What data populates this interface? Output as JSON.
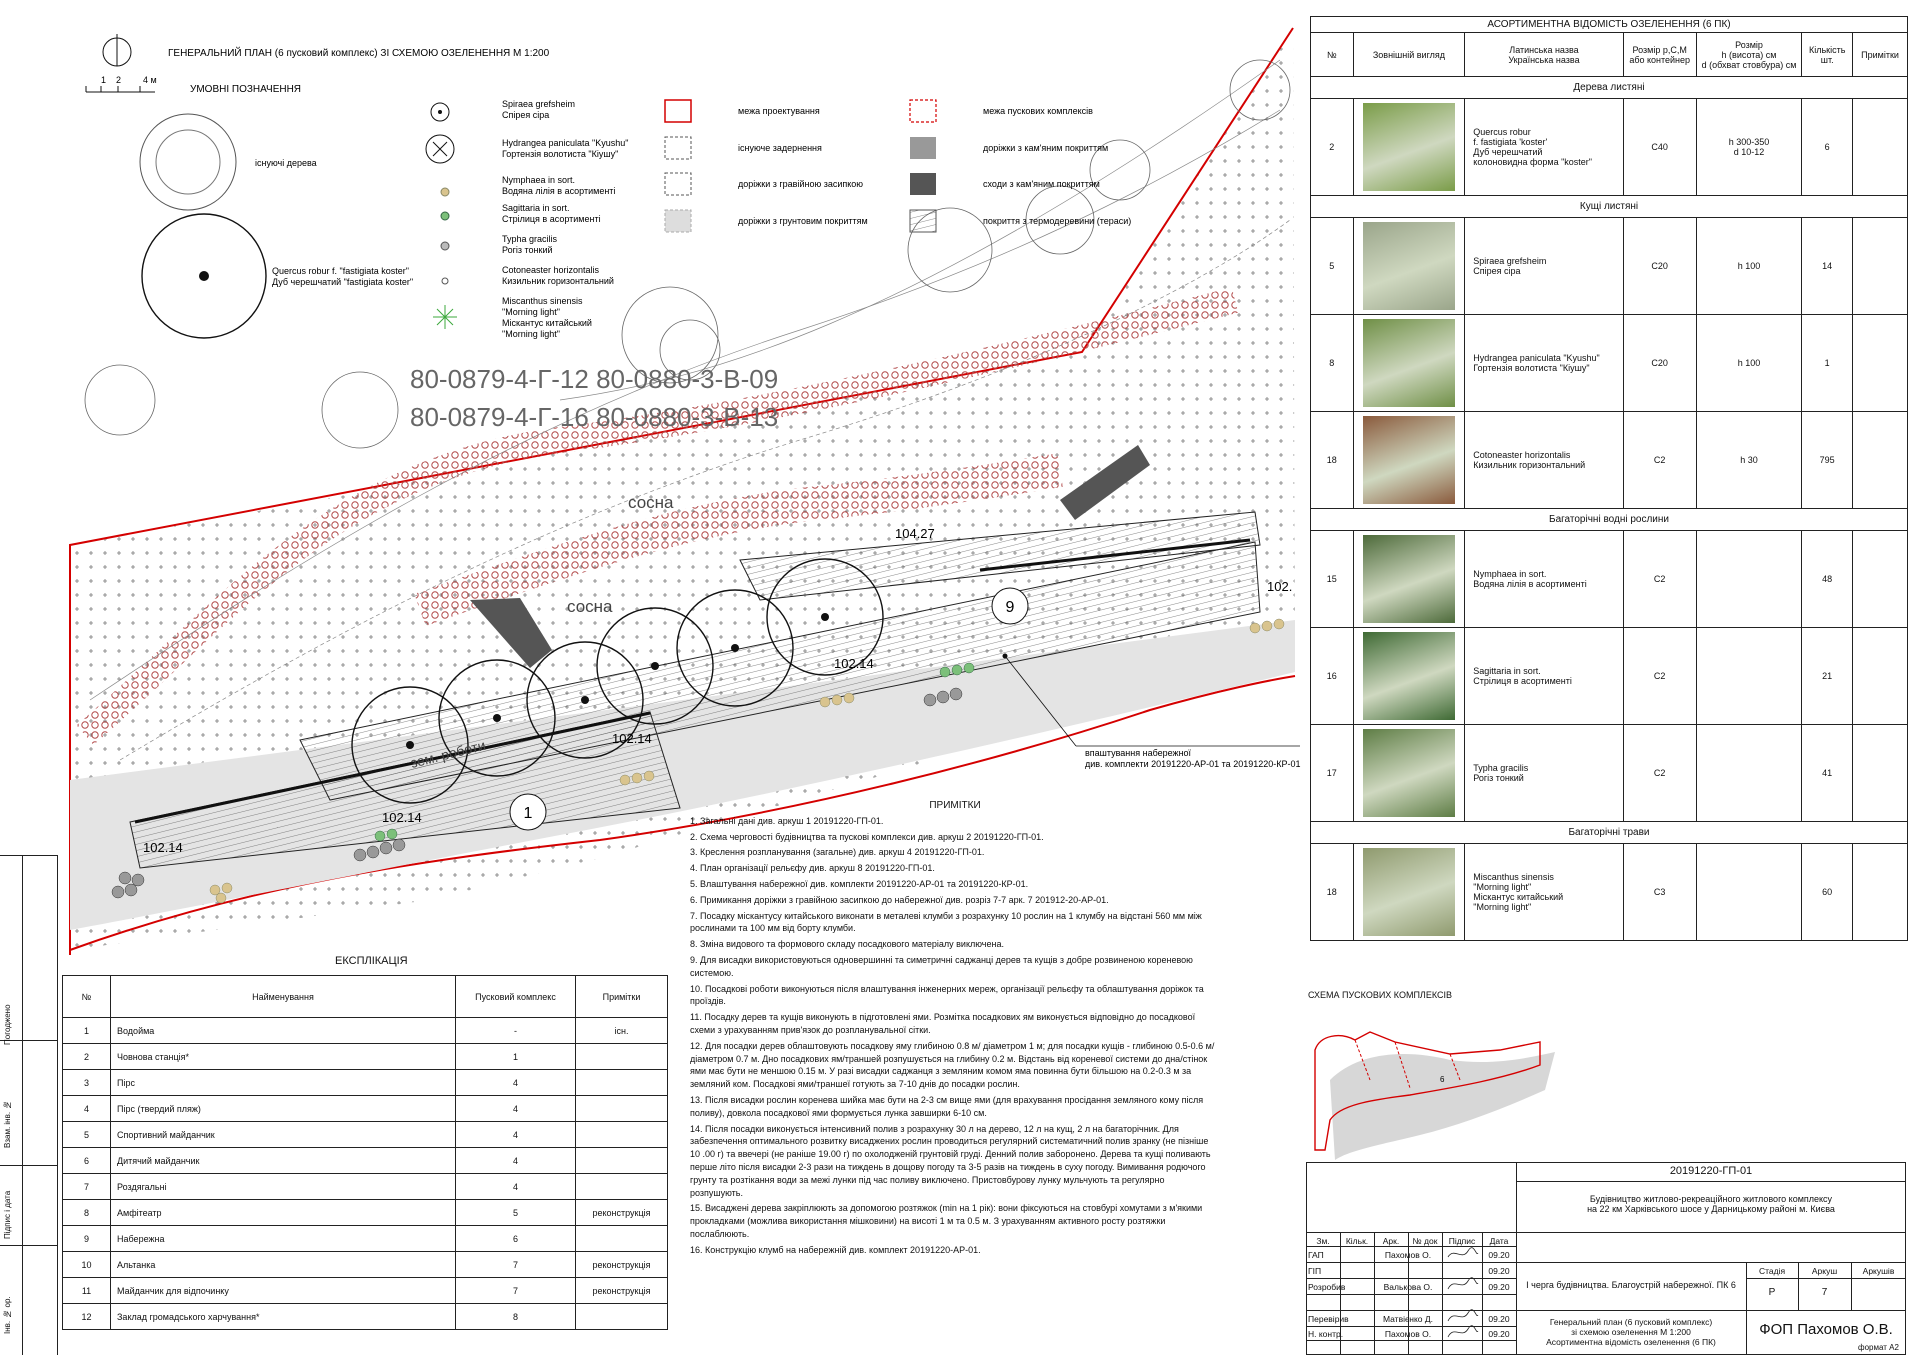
{
  "plan": {
    "title": "ГЕНЕРАЛЬНИЙ ПЛАН (6 пусковий комплекс) ЗІ СХЕМОЮ ОЗЕЛЕНЕННЯ М 1:200",
    "scale_ticks": [
      "1",
      "2",
      "4 м"
    ],
    "legend_title": "УМОВНІ ПОЗНАЧЕННЯ",
    "existing_trees": "існуючі дерева",
    "oak_legend": [
      "Quercus robur f. \"fastigiata koster\"",
      "Дуб черешчатий \"fastigiata koster\""
    ],
    "plant_legend": [
      {
        "lat": "Spiraea grefsheim",
        "ua": "Спірея сіра",
        "icon": "dot-circle-icon"
      },
      {
        "lat": "Hydrangea paniculata \"Kyushu\"",
        "ua": "Гортензія волотиста \"Кіушу\"",
        "icon": "cross-circle-icon"
      },
      {
        "lat": "Nymphaea in sort.",
        "ua": "Водяна лілія в асортименті",
        "icon": "plus-dot-icon"
      },
      {
        "lat": "Sagittaria in sort.",
        "ua": "Стрілиця в асортименті",
        "icon": "green-dot-icon"
      },
      {
        "lat": "Typha gracilis",
        "ua": "Рогіз тонкий",
        "icon": "grey-x-dot-icon"
      },
      {
        "lat": "Cotoneaster horizontalis",
        "ua": "Кизильник горизонтальний",
        "icon": "small-circle-icon"
      },
      {
        "lat": "Miscanthus sinensis",
        "ua": "\"Morning light\"",
        "ua2": "Міскантус китайський",
        "ua3": "\"Morning light\"",
        "icon": "starburst-icon"
      }
    ],
    "symbol_legend": [
      {
        "label": "межа проектування",
        "icon": "red-solid-box-icon"
      },
      {
        "label": "існуюче задернення",
        "icon": "dashed-box-icon"
      },
      {
        "label": "доріжки з гравійною засипкою",
        "icon": "dashed-box-icon"
      },
      {
        "label": "доріжки з грунтовим покриттям",
        "icon": "grey-box-icon"
      },
      {
        "label": "межа пускових комплексів",
        "icon": "red-dashed-box-icon"
      },
      {
        "label": "доріжки з кам'яним покриттям",
        "icon": "dark-grey-box-icon"
      },
      {
        "label": "сходи з кам'яним покриттям",
        "icon": "black-box-icon"
      },
      {
        "label": "покриття з термодеревини (тераси)",
        "icon": "hatched-box-icon"
      }
    ],
    "parcel_codes": [
      "80-0879-4-Г-12  80-0880-3-В-09",
      "80-0879-4-Г-16  80-0880-3-В-13"
    ],
    "labels": {
      "pine1": "сосна",
      "pine2": "сосна",
      "earthwork": "зем. роботи",
      "elev1": "102.14",
      "elev2": "102.14",
      "elev3": "102.14",
      "elev4": "102.14",
      "elev5": "104.27",
      "elev6": "102.",
      "zone9": "9",
      "zone1": "1"
    },
    "embed_note": [
      "впаштування набережної",
      "див. комплекти 20191220-АР-01 та 20191220-КР-01"
    ],
    "expl_title": "ЕКСПЛІКАЦІЯ",
    "side_labels": [
      "Погоджено",
      "Взам. інв. №",
      "Підпис і дата",
      "Інв. № ор."
    ]
  },
  "spec": {
    "title": "АСОРТИМЕНТНА ВІДОМІСТЬ ОЗЕЛЕНЕННЯ (6 ПК)",
    "headers": [
      "№",
      "Зовнішній вигляд",
      "Латинська назва\nУкраїнська назва",
      "Розмір р,С,М\nабо контейнер",
      "Розмір\nh (висота) см\nd (обхват стовбура) см",
      "Кількість\nшт.",
      "Примітки"
    ],
    "sections": [
      {
        "name": "Дерева листяні",
        "rows": [
          {
            "n": "2",
            "lat": "Quercus robur\nf. fastigiata 'koster'\nДуб черешчатий\nколоновидна форма \"koster\"",
            "size": "C40",
            "dim": "h 300-350\nd 10-12",
            "qty": "6",
            "note": "",
            "photo": "#7a9c48"
          }
        ]
      },
      {
        "name": "Кущі листяні",
        "rows": [
          {
            "n": "5",
            "lat": "Spiraea grefsheim\nСпірея сіра",
            "size": "C20",
            "dim": "h 100",
            "qty": "14",
            "note": "",
            "photo": "#9aa58a"
          },
          {
            "n": "8",
            "lat": "Hydrangea paniculata \"Kyushu\"\nГортензія волотиста \"Кіушу\"",
            "size": "C20",
            "dim": "h 100",
            "qty": "1",
            "note": "",
            "photo": "#6f8f46"
          },
          {
            "n": "18",
            "lat": "Cotoneaster horizontalis\nКизильник горизонтальний",
            "size": "C2",
            "dim": "h 30",
            "qty": "795",
            "note": "",
            "photo": "#8a5a3c"
          }
        ]
      },
      {
        "name": "Багаторічні водні рослини",
        "rows": [
          {
            "n": "15",
            "lat": "Nymphaea in sort.\nВодяна лілія в асортименті",
            "size": "C2",
            "dim": "",
            "qty": "48",
            "note": "",
            "photo": "#4d6a3a"
          },
          {
            "n": "16",
            "lat": "Sagittaria in sort.\nСтрілиця в асортименті",
            "size": "C2",
            "dim": "",
            "qty": "21",
            "note": "",
            "photo": "#3f6a34"
          },
          {
            "n": "17",
            "lat": "Typha gracilis\nРогіз тонкий",
            "size": "C2",
            "dim": "",
            "qty": "41",
            "note": "",
            "photo": "#5e7d45"
          }
        ]
      },
      {
        "name": "Багаторічні трави",
        "rows": [
          {
            "n": "18",
            "lat": "Miscanthus sinensis\n\"Morning light\"\nМіскантус китайський\n\"Morning light\"",
            "size": "C3",
            "dim": "",
            "qty": "60",
            "note": "",
            "photo": "#8f9a6e"
          }
        ]
      }
    ]
  },
  "expl": {
    "headers": [
      "№",
      "Найменування",
      "Пусковий комплекс",
      "Примітки"
    ],
    "rows": [
      [
        "1",
        "Водойма",
        "-",
        "існ."
      ],
      [
        "2",
        "Човнова станція*",
        "1",
        ""
      ],
      [
        "3",
        "Пірс",
        "4",
        ""
      ],
      [
        "4",
        "Пірс (твердий пляж)",
        "4",
        ""
      ],
      [
        "5",
        "Спортивний майданчик",
        "4",
        ""
      ],
      [
        "6",
        "Дитячий майданчик",
        "4",
        ""
      ],
      [
        "7",
        "Роздягальні",
        "4",
        ""
      ],
      [
        "8",
        "Амфітеатр",
        "5",
        "реконструкція"
      ],
      [
        "9",
        "Набережна",
        "6",
        ""
      ],
      [
        "10",
        "Альтанка",
        "7",
        "реконструкція"
      ],
      [
        "11",
        "Майданчик для відпочинку",
        "7",
        "реконструкція"
      ],
      [
        "12",
        "Заклад громадського харчування*",
        "8",
        ""
      ]
    ]
  },
  "notes": {
    "title": "ПРИМІТКИ",
    "items": [
      "1. Загальні дані див. аркуш 1 20191220-ГП-01.",
      "2. Схема черговості будівництва та пускові комплекси див. аркуш 2 20191220-ГП-01.",
      "3. Креслення розпланування (загальне) див. аркуш 4 20191220-ГП-01.",
      "4. План організації рельєфу див. аркуш 8 20191220-ГП-01.",
      "5. Влаштування набережної див. комплекти 20191220-АР-01 та 20191220-КР-01.",
      "6. Примикання доріжки з гравійною засипкою до набережної див. розріз 7-7 арк. 7 201912-20-АР-01.",
      "7. Посадку міскантусу китайського виконати в металеві клумби з розрахунку 10 рослин на 1 клумбу на відстані 560 мм між рослинами та 100 мм від борту клумби.",
      "8. Зміна видового та формового складу посадкового матеріалу виключена.",
      "9. Для висадки використовуються одновершинні та симетричні саджанці дерев та кущів з добре розвиненою кореневою системою.",
      "10. Посадкові роботи виконуються після влаштування інженерних мереж, організації рельєфу та облаштування доріжок та проїздів.",
      "11. Посадку дерев та кущів виконують в підготовлені ями. Розмітка посадкових ям виконується відповідно до посадкової схеми з урахуванням прив'язок до розпланувальної сітки.",
      "12. Для посадки дерев облаштовують посадкову яму глибиною 0.8 м/ діаметром 1 м; для посадки кущів - глибиною 0.5-0.6 м/діаметром 0.7 м. Дно посадкових ям/траншей розпушується на глибину 0.2 м. Відстань від кореневої системи до дна/стінок ями має бути не меншою 0.15 м. У разі висадки саджанця з земляним комом яма повинна бути більшою на 0.2-0.3 м за земляний ком. Посадкові ями/траншеї готують за 7-10 днів до посадки рослин.",
      "13. Після висадки рослин коренева шийка має бути на 2-3 см вище ями (для врахування просідання земляного кому після поливу), довкола посадкової ями формується лунка завширки 6-10 см.",
      "14. Після посадки виконується інтенсивний полив з розрахунку 30 л на дерево, 12 л на кущ, 2 л на багаторічник. Для забезпечення оптимального розвитку висаджених рослин проводиться регулярний систематичний полив зранку (не пізніше 10 .00 г) та ввечері (не раніше 19.00 г) по охолодженій грунтовій груді. Денний полив заборонено. Дерева та кущі поливають перше літо після висадки 2-3 рази на тиждень в дощову погоду та 3-5 разів на тиждень в суху погоду. Вимивання родючого грунту та розтікання води за межі лунки під час поливу виключено. Пристовбурову лунку мульчують та регулярно розпушують.",
      "15. Висаджені дерева закріплюють за допомогою розтяжок (min на 1 рік): вони фіксуються на стовбурі хомутами з м'якими прокладками (можлива використання мішковини) на висоті 1 м та 0.5 м. З урахуванням активного росту розтяжки послаблюють.",
      "16. Конструкцію клумб на набережній див. комплект 20191220-АР-01."
    ]
  },
  "scheme_title": "СХЕМА ПУСКОВИХ КОМПЛЕКСІВ",
  "scheme_label": "6",
  "title_block": {
    "code": "20191220-ГП-01",
    "project": "Будівництво житлово-рекреаційного житлового комплексу\nна 22 км Харківського шосе у Дарницькому районі м. Києва",
    "cols": [
      "Зм.",
      "Кільк.",
      "Арк.",
      "№ док",
      "Підпис",
      "Дата"
    ],
    "people": [
      {
        "role": "ГАП",
        "name": "Пахомов О.",
        "date": "09.20"
      },
      {
        "role": "ГІП",
        "name": "",
        "date": "09.20"
      },
      {
        "role": "Розробив",
        "name": "Валькова О.",
        "date": "09.20"
      },
      {
        "role": "Перевірив",
        "name": "Матвієнко Д.",
        "date": "09.20"
      },
      {
        "role": "Н. контр.",
        "name": "Пахомов О.",
        "date": "09.20"
      }
    ],
    "stage_text": "І черга будівництва. Благоустрій набережної. ПК 6",
    "stage_head": [
      "Стадія",
      "Аркуш",
      "Аркушів"
    ],
    "stage_vals": [
      "Р",
      "7",
      ""
    ],
    "sheet_desc": "Генеральний план (6 пусковий комплекс)\nзі схемою озеленення М 1:200\nАсортиментна відомість озеленення (6 ПК)",
    "company": "ФОП Пахомов О.В.",
    "format": "формат А2"
  }
}
